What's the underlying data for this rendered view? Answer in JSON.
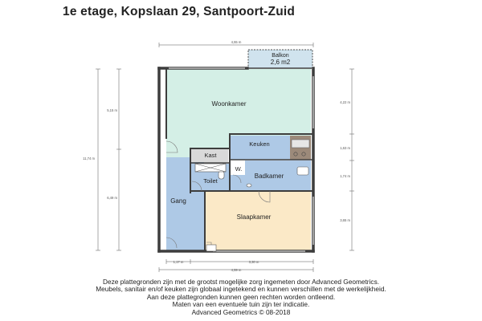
{
  "title": "1e etage, Kopslaan 29, Santpoort-Zuid",
  "rooms": {
    "balkon_name": "Balkon",
    "balkon_area": "2,6 m2",
    "woonkamer": "Woonkamer",
    "keuken": "Keuken",
    "kast": "Kast",
    "w": "W.",
    "badkamer": "Badkamer",
    "toilet": "Toilet",
    "gang": "Gang",
    "slaapkamer": "Slaapkamer"
  },
  "dimensions": {
    "top_width": "4,55 m",
    "left_total": "11,74 m",
    "left_upper": "5,15 m",
    "left_lower": "6,49 m",
    "right_1": "4,22 m",
    "right_2": "1,63 m",
    "right_3": "1,74 m",
    "right_4": "3,65 m",
    "bottom_left": "1,17 m",
    "bottom_right": "3,30 m",
    "bottom_total": "4,59 m"
  },
  "colors": {
    "woonkamer": "#d4efe6",
    "keuken": "#aec9e6",
    "badkamer": "#aec9e6",
    "gang": "#aec9e6",
    "slaapkamer": "#fbe9c7",
    "balkon": "#d0e3ee",
    "kast": "#d9d9d9",
    "walls": "#3d3d3d"
  },
  "disclaimer": [
    "Deze plattegronden zijn met de grootst mogelijke zorg ingemeten door Advanced Geometrics.",
    "Meubels, sanitair en/of keuken zijn globaal ingetekend en kunnen verschillen met de werkelijkheid.",
    "Aan deze plattegronden kunnen geen rechten worden ontleend.",
    "Maten van een eventuele tuin zijn ter indicatie.",
    "Advanced Geometrics © 08-2018"
  ]
}
